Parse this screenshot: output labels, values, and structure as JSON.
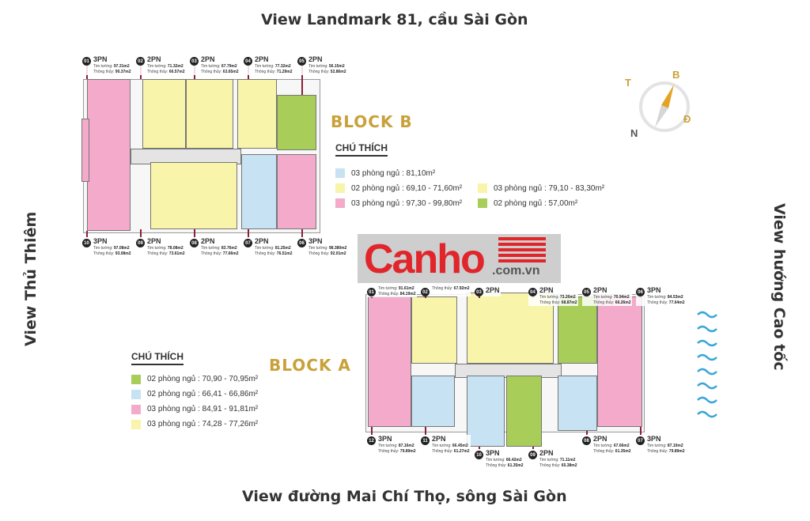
{
  "views": {
    "top": "View Landmark 81, cầu Sài Gòn",
    "bottom": "View đường Mai Chí Thọ, sông Sài Gòn",
    "left": "View Thủ Thiêm",
    "right": "View hướng Cao tốc"
  },
  "compass": {
    "T": "T",
    "B": "B",
    "D": "Đ",
    "N": "N"
  },
  "logo": {
    "main": "Canho",
    "suffix": ".com.vn"
  },
  "colors": {
    "pink": "#f3aacb",
    "yellow": "#f8f4a9",
    "blue": "#c7e2f2",
    "green": "#a8cd58",
    "gold": "#c9a13a",
    "red": "#e0262b"
  },
  "block_b": {
    "title": "BLOCK B",
    "legend_title": "CHÚ THÍCH",
    "legend": [
      {
        "color": "#c7e2f2",
        "label": "03 phòng ngủ : 81,10m²"
      },
      {
        "color": "#f8f4a9",
        "label": "02 phòng ngủ : 69,10 - 71,60m²"
      },
      {
        "color": "#f3aacb",
        "label": "03 phòng ngủ : 97,30 - 99,80m²"
      },
      {
        "color": "#f8f4a9",
        "label": "03 phòng ngủ : 79,10 - 83,30m²"
      },
      {
        "color": "#a8cd58",
        "label": "02 phòng ngủ : 57,00m²"
      }
    ],
    "units": [
      {
        "no": "01",
        "type": "3PN",
        "tim": "97.31m2",
        "thong": "90.37m2"
      },
      {
        "no": "02",
        "type": "2PN",
        "tim": "71.32m2",
        "thong": "66.57m2"
      },
      {
        "no": "03",
        "type": "2PN",
        "tim": "67.79m2",
        "thong": "63.65m2"
      },
      {
        "no": "04",
        "type": "2PN",
        "tim": "77.32m2",
        "thong": "71.29m2"
      },
      {
        "no": "05",
        "type": "2PN",
        "tim": "56.15m2",
        "thong": "52.86m2"
      },
      {
        "no": "10",
        "type": "3PN",
        "tim": "97.08m2",
        "thong": "93.08m2"
      },
      {
        "no": "09",
        "type": "2PN",
        "tim": "78.08m2",
        "thong": "73.61m2"
      },
      {
        "no": "08",
        "type": "2PN",
        "tim": "83.76m2",
        "thong": "77.66m2"
      },
      {
        "no": "07",
        "type": "2PN",
        "tim": "81.25m2",
        "thong": "76.51m2"
      },
      {
        "no": "06",
        "type": "3PN",
        "tim": "98.380m2",
        "thong": "92.01m2"
      }
    ]
  },
  "block_a": {
    "title": "BLOCK A",
    "legend_title": "CHÚ THÍCH",
    "legend": [
      {
        "color": "#a8cd58",
        "label": "02 phòng ngủ : 70,90 - 70,95m²"
      },
      {
        "color": "#c7e2f2",
        "label": "02 phòng ngủ : 66,41 - 66,86m²"
      },
      {
        "color": "#f3aacb",
        "label": "03 phòng ngủ : 84,91 - 91,81m²"
      },
      {
        "color": "#f8f4a9",
        "label": "03 phòng ngủ : 74,28 - 77,26m²"
      }
    ],
    "units": [
      {
        "no": "01",
        "type": "",
        "tim": "91.61m2",
        "thong": "84.19m2"
      },
      {
        "no": "02",
        "type": "",
        "tim": "",
        "thong": "67.92m2"
      },
      {
        "no": "03",
        "type": "2PN",
        "tim": "",
        "thong": ""
      },
      {
        "no": "04",
        "type": "2PN",
        "tim": "73.20m2",
        "thong": "68.87m2"
      },
      {
        "no": "05",
        "type": "2PN",
        "tim": "70.94m2",
        "thong": "66.26m2"
      },
      {
        "no": "06",
        "type": "3PN",
        "tim": "84.53m2",
        "thong": "77.64m2"
      },
      {
        "no": "12",
        "type": "3PN",
        "tim": "87.16m2",
        "thong": "79.89m2"
      },
      {
        "no": "11",
        "type": "2PN",
        "tim": "66.45m2",
        "thong": "61.27m2"
      },
      {
        "no": "10",
        "type": "3PN",
        "tim": "66.42m2",
        "thong": "61.35m2"
      },
      {
        "no": "09",
        "type": "2PN",
        "tim": "71.11m2",
        "thong": "65.38m2"
      },
      {
        "no": "08",
        "type": "2PN",
        "tim": "67.66m2",
        "thong": "61.35m2"
      },
      {
        "no": "07",
        "type": "3PN",
        "tim": "87.10m2",
        "thong": "79.89m2"
      }
    ]
  },
  "unit_labels": {
    "tim": "Tim tường: ",
    "thong": "Thông thủy: "
  }
}
